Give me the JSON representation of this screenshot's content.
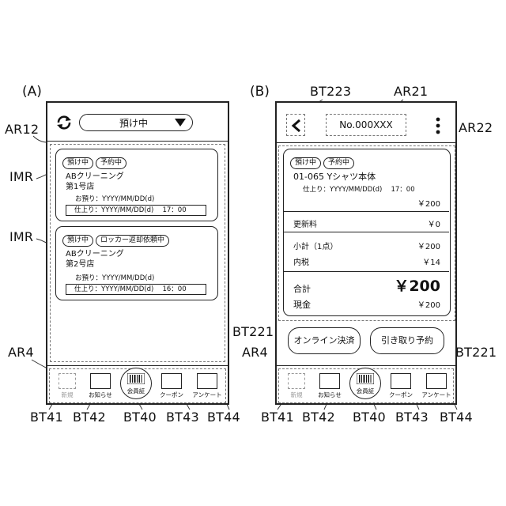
{
  "panel_a": {
    "label": "(A)",
    "dropdown_label": "預け中",
    "cards": [
      {
        "badges": [
          "預け中",
          "予約中"
        ],
        "store_line1": "ABクリーニング",
        "store_line2": "第1号店",
        "deposit": "お預り：YYYY/MM/DD(d)",
        "finish": "仕上り：YYYY/MM/DD(d)　 17：00"
      },
      {
        "badges": [
          "預け中",
          "ロッカー返却依頼中"
        ],
        "store_line1": "ABクリーニング",
        "store_line2": "第2号店",
        "deposit": "お預り：YYYY/MM/DD(d)",
        "finish": "仕上り：YYYY/MM/DD(d)　 16：00"
      }
    ],
    "nav": [
      "新規",
      "お知らせ",
      "会員証",
      "クーポン",
      "アンケート"
    ]
  },
  "panel_b": {
    "label": "(B)",
    "order_no": "No.000XXX",
    "badges": [
      "預け中",
      "予約中"
    ],
    "item_name": "01-065 Yシャツ本体",
    "item_finish": "仕上り：YYYY/MM/DD(d)　 17：00",
    "item_price": "￥200",
    "renewal_label": "更新料",
    "renewal_value": "￥0",
    "subtotal_label": "小計（1点）",
    "subtotal_value": "￥200",
    "tax_label": "内税",
    "tax_value": "￥14",
    "total_label": "合計",
    "total_value": "￥200",
    "cash_label": "現金",
    "cash_value": "￥200",
    "pay_online_button": "オンライン決済",
    "pickup_button": "引き取り予約",
    "nav": [
      "新規",
      "お知らせ",
      "会員証",
      "クーポン",
      "アンケート"
    ]
  },
  "callouts": {
    "ar12": "AR12",
    "imr1": "IMR",
    "imr2": "IMR",
    "ar4_a": "AR4",
    "bt41_a": "BT41",
    "bt42_a": "BT42",
    "bt40_a": "BT40",
    "bt43_a": "BT43",
    "bt44_a": "BT44",
    "bt223": "BT223",
    "ar21": "AR21",
    "ar22": "AR22",
    "bt221_left": "BT221",
    "ar4_b": "AR4",
    "bt221_right": "BT221",
    "bt41_b": "BT41",
    "bt42_b": "BT42",
    "bt40_b": "BT40",
    "bt43_b": "BT43",
    "bt44_b": "BT44"
  }
}
